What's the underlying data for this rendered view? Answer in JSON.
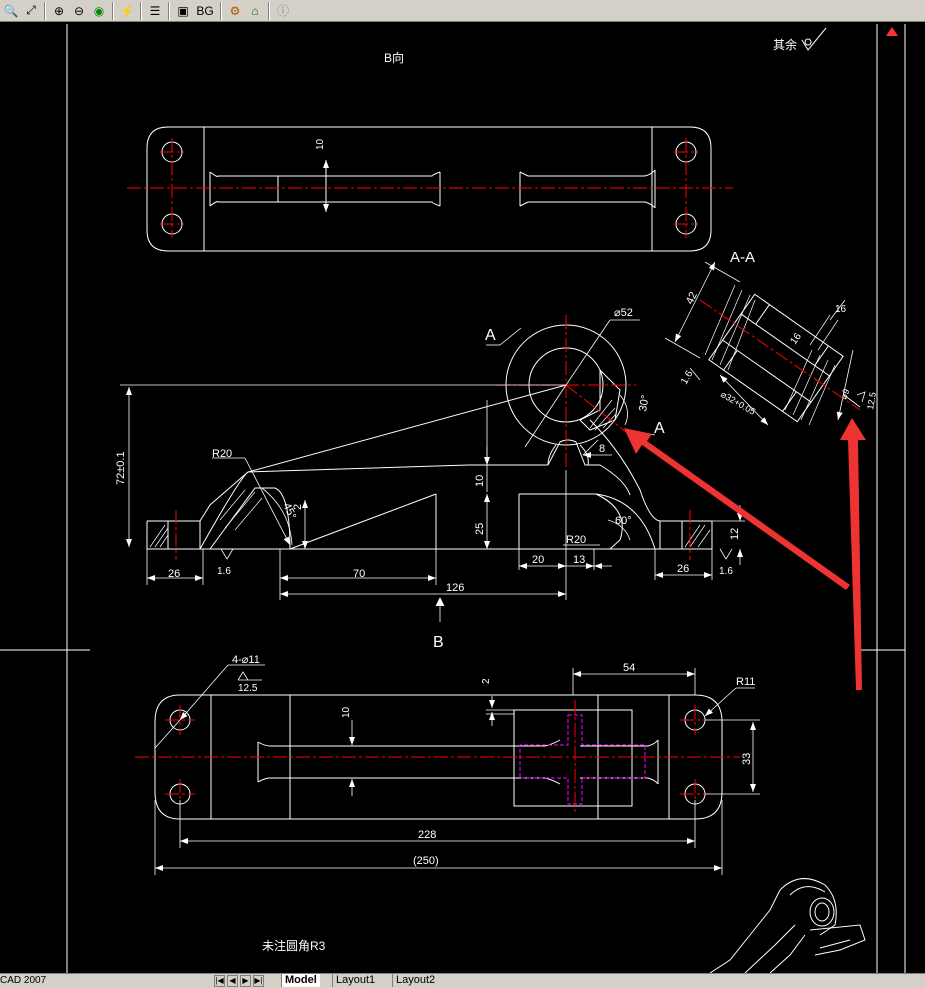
{
  "toolbar": {
    "buttons": [
      {
        "name": "zoom-realtime-icon",
        "glyph": "🔍"
      },
      {
        "name": "zoom-window-icon",
        "glyph": "⤢"
      },
      {
        "name": "zoom-in-icon",
        "glyph": "⊕"
      },
      {
        "name": "zoom-out-icon",
        "glyph": "⊖"
      },
      {
        "name": "pan-icon",
        "glyph": "◉"
      },
      {
        "name": "layer-icon",
        "glyph": "⚡"
      },
      {
        "name": "layers-icon",
        "glyph": "☰"
      },
      {
        "name": "display-icon",
        "glyph": "▣"
      },
      {
        "name": "bg-button",
        "glyph": "BG"
      },
      {
        "name": "properties-icon",
        "glyph": "⚙"
      },
      {
        "name": "home-icon",
        "glyph": "⌂"
      },
      {
        "name": "info-icon",
        "glyph": "ⓘ"
      }
    ],
    "bg_label": "BG"
  },
  "drawing": {
    "view_b_label": "B向",
    "surface_note": "其余",
    "section_label": "A-A",
    "bottom_note": "未注圆角R3",
    "marker_a1": "A",
    "marker_a2": "A",
    "marker_b": "B",
    "dims": {
      "d10_top": "10",
      "d52": "⌀52",
      "d42": "42",
      "d16a": "16",
      "d16b": "16",
      "d16c": "1.6",
      "d32": "⌀32+0.05",
      "d9": "⌀9",
      "d12_5s": "12.5",
      "d30": "30°",
      "d72": "72±0.1",
      "r20a": "R20",
      "d8": "8",
      "d10_mid": "10",
      "d45": "45°",
      "d2": "2",
      "d25": "25",
      "d60": "60°",
      "d12": "12",
      "r20b": "R20",
      "d20": "20",
      "d13": "13",
      "d26a": "26",
      "d1_6a": "1.6",
      "d70": "70",
      "d126": "126",
      "d26b": "26",
      "d1_6b": "1.6",
      "holes": "4-⌀11",
      "d12_5": "12.5",
      "d54": "54",
      "d2b": "2",
      "r11": "R11",
      "d10_bot": "10",
      "d33": "33",
      "d228": "228",
      "d250": "(250)"
    }
  },
  "statusbar": {
    "app_text": "CAD 2007",
    "tabs": [
      "Model",
      "Layout1",
      "Layout2"
    ],
    "active_tab": "Model"
  },
  "colors": {
    "canvas": "#000000",
    "lines": "#ffffff",
    "center_lines": "#ff0000",
    "hidden_lines": "#ff00ff",
    "annotation_arrow": "#ee3333",
    "toolbar": "#d4d0c8"
  }
}
